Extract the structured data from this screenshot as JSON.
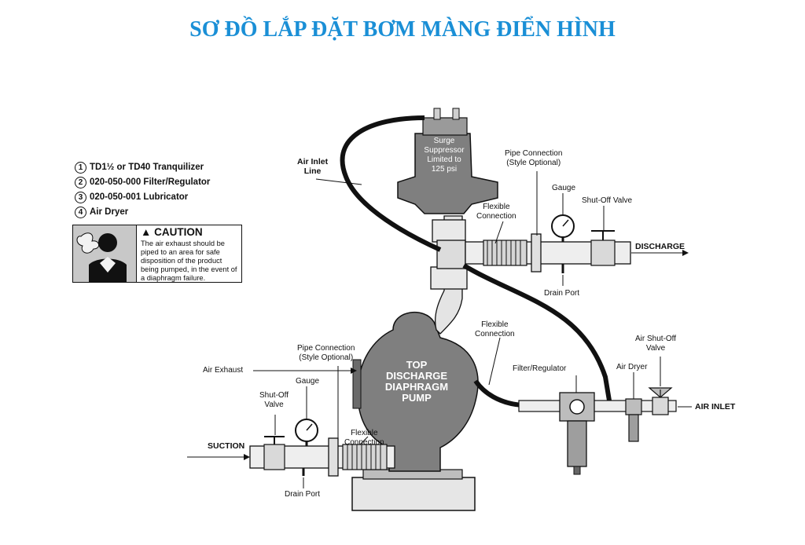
{
  "title": "SƠ ĐỒ LẮP ĐẶT BƠM MÀNG ĐIỂN HÌNH",
  "colors": {
    "title": "#1a8fd6",
    "pump": "#7f7f7f",
    "pump_dark": "#5e5e5e",
    "hose": "#111111"
  },
  "legend": [
    {
      "num": "1",
      "text": "TD1½ or TD40 Tranquilizer"
    },
    {
      "num": "2",
      "text": "020-050-000 Filter/Regulator"
    },
    {
      "num": "3",
      "text": "020-050-001 Lubricator"
    },
    {
      "num": "4",
      "text": "Air Dryer"
    }
  ],
  "caution": {
    "heading": "CAUTION",
    "text": "The air exhaust should be piped to an area for safe disposition of the product being pumped, in the event of a diaphragm failure."
  },
  "labels": {
    "surge": "Surge\nSuppressor\nLimited to\n125 psi",
    "pump": "TOP\nDISCHARGE\nDIAPHRAGM\nPUMP",
    "air_inlet_line": "Air Inlet\nLine",
    "pipe_conn_top": "Pipe Connection\n(Style Optional)",
    "gauge_top": "Gauge",
    "shutoff_top": "Shut-Off Valve",
    "flex_top": "Flexible\nConnection",
    "discharge": "DISCHARGE",
    "drain_top": "Drain Port",
    "flex_mid": "Flexible\nConnection",
    "filter_reg": "Filter/Regulator",
    "air_dryer": "Air Dryer",
    "air_shutoff": "Air Shut-Off\nValve",
    "air_inlet": "AIR INLET",
    "air_exhaust": "Air Exhaust",
    "pipe_conn_bottom": "Pipe Connection\n(Style Optional)",
    "gauge_bottom": "Gauge",
    "shutoff_bottom": "Shut-Off\nValve",
    "flex_bottom": "Flexible\nConnection",
    "suction": "SUCTION",
    "drain_bottom": "Drain Port"
  }
}
